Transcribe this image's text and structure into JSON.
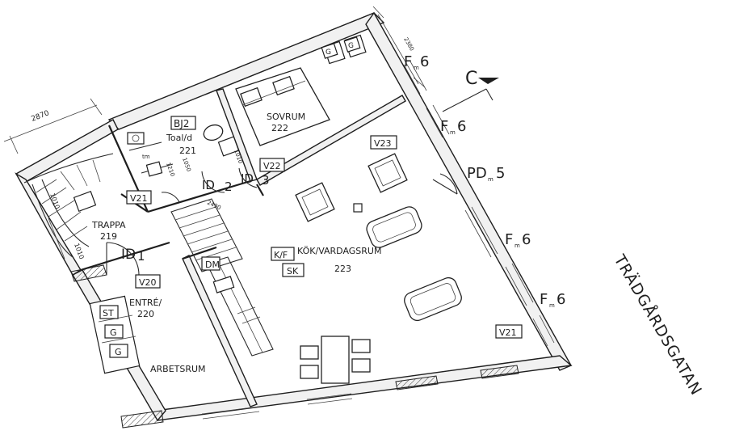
{
  "dimensions": {
    "top_left": "2870",
    "top_right": "2380",
    "stair_a": "1010",
    "stair_b": "1010",
    "bath_a": "1050",
    "bath_b": "2490",
    "bath_c": "1010",
    "bath_d": "1210"
  },
  "rooms": {
    "sovrum": {
      "name": "SOVRUM",
      "number": "222"
    },
    "toalett": {
      "name": "Toal/d",
      "number": "221"
    },
    "trappa": {
      "name": "TRAPPA",
      "number": "219"
    },
    "entre": {
      "name": "ENTRÉ/",
      "number": "220"
    },
    "kok": {
      "name": "KÖK/VARDAGSRUM",
      "number": "223"
    },
    "arbetsrum": {
      "name": "ARBETSRUM"
    }
  },
  "tags": {
    "bj2": "BJ2",
    "v21_stair": "V21",
    "v20": "V20",
    "v22": "V22",
    "v23": "V23",
    "v21_right": "V21",
    "id2": "ID",
    "id2_num": "2",
    "id3": "ID",
    "id3_num": "3",
    "id1": "ID",
    "id1_num": "1",
    "dm": "DM",
    "kf": "K/F",
    "sk": "SK",
    "st": "ST",
    "g1": "G",
    "g2": "G",
    "g3": "G",
    "g4": "G",
    "tm": "tm",
    "f_sub": "m"
  },
  "windows": {
    "f1": "F",
    "f1_num": "6",
    "f2": "F",
    "f2_num": "6",
    "pd": "PD",
    "pd_num": "5",
    "f3": "F",
    "f3_num": "6",
    "f4": "F",
    "f4_num": "6"
  },
  "street": {
    "name": "TRÄDGÅRDSGATAN"
  },
  "section_marker": {
    "letter": "C"
  },
  "colors": {
    "ink": "#1e1e1e",
    "paper": "#ffffff",
    "wall_fill": "#f1f1f1"
  }
}
